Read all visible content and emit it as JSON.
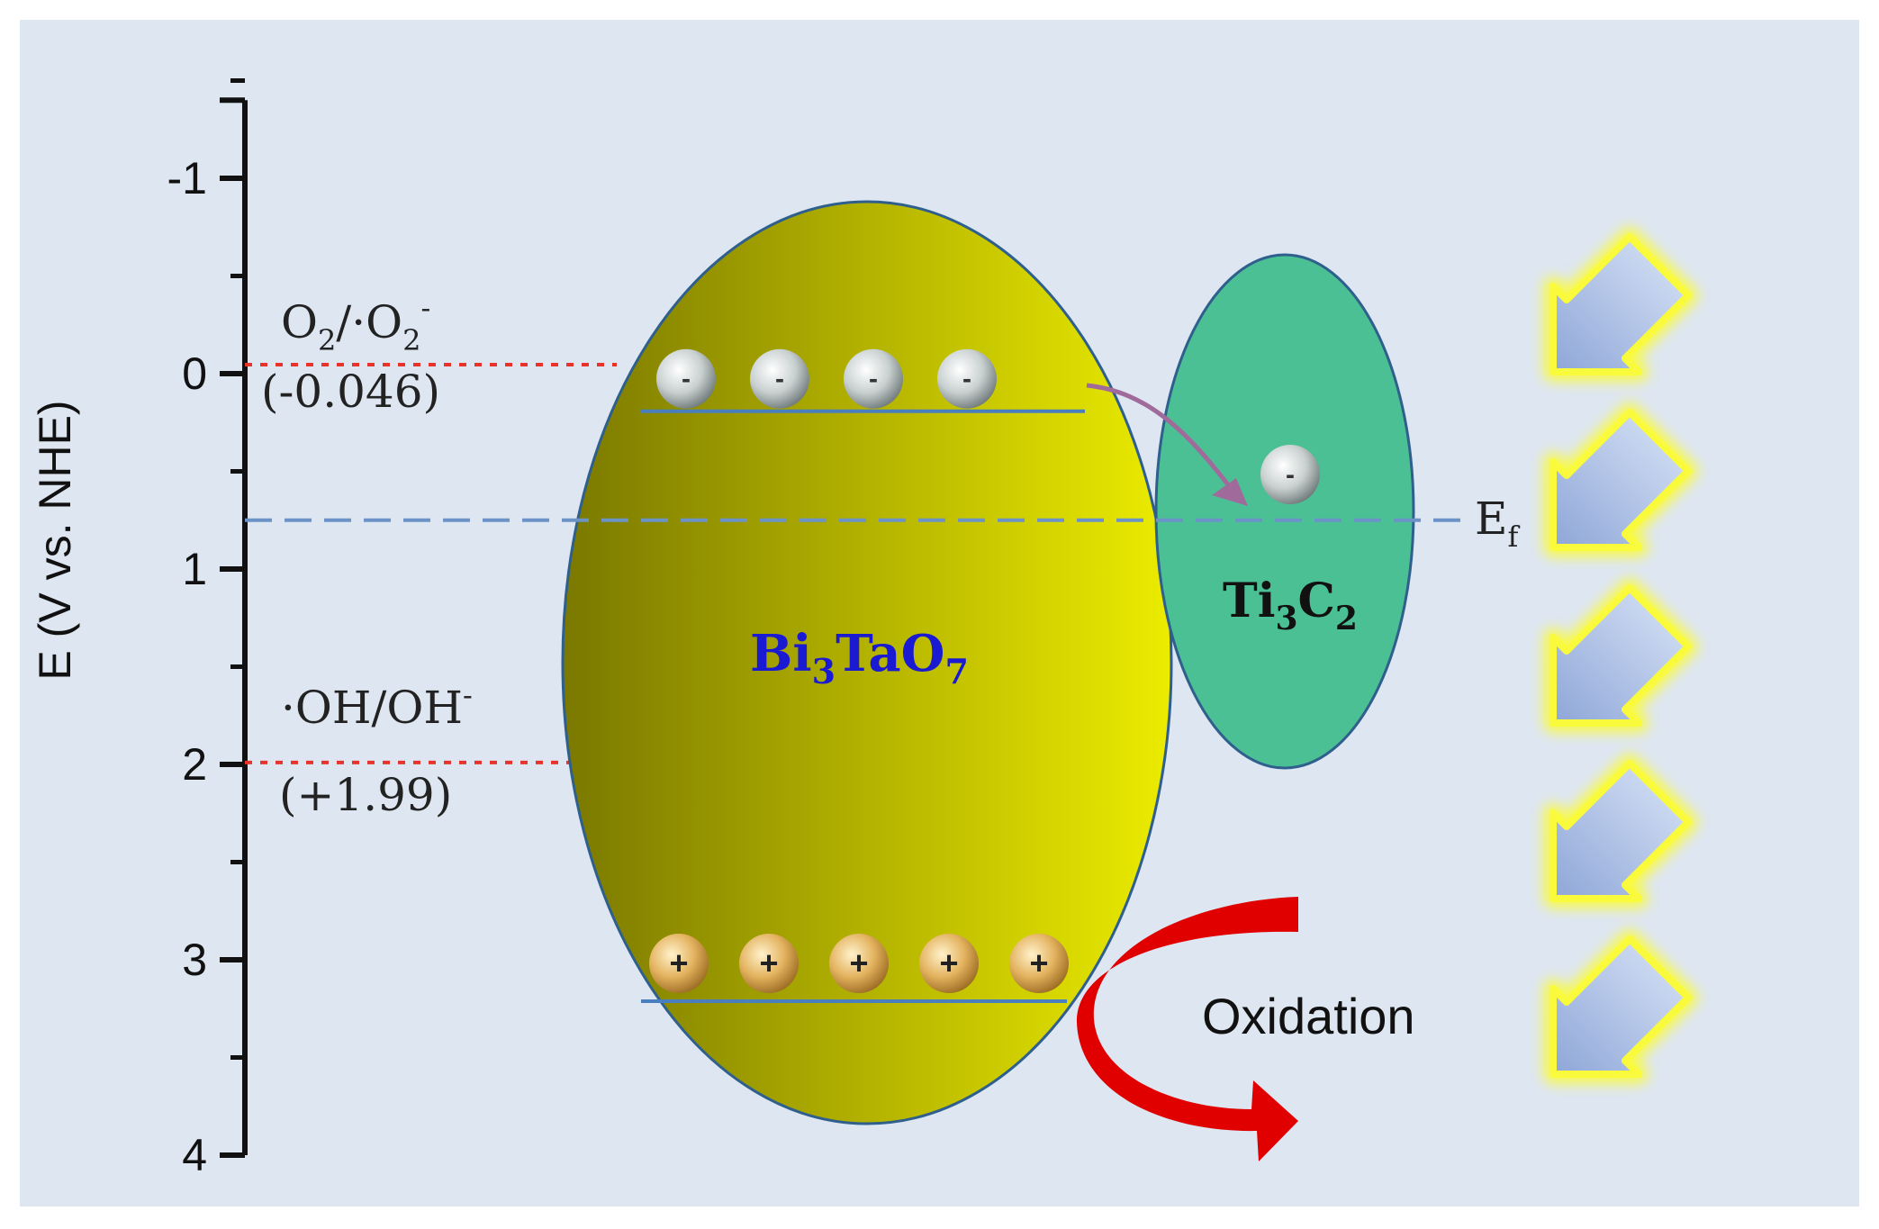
{
  "colors": {
    "background": "#dde6f1",
    "axis": "#111111",
    "redox_line": "#e8332a",
    "fermi_line": "#6b93c8",
    "bi3tao7_dark": "#7a7800",
    "bi3tao7_light": "#ecec00",
    "ti3c2_fill": "#4cc095",
    "ellipse_stroke": "#2f5f8c",
    "label_blue": "#1a1ad2",
    "electron": "#c9d0d0",
    "hole": "#e3b25e",
    "transfer_arrow": "#a06a9a",
    "oxidation_arrow": "#e00000",
    "light_arrow": "#a9bfe6",
    "light_glow": "#fafa3c"
  },
  "axis": {
    "label": "E (V vs. NHE)",
    "range": [
      -1.4,
      4.0
    ],
    "ticks": [
      "-1",
      "0",
      "1",
      "2",
      "3",
      "4"
    ],
    "tick_values": [
      -1,
      0,
      1,
      2,
      3,
      4
    ],
    "minor_tick_values": [
      -1.5,
      -0.5,
      0.5,
      1.5,
      2.5,
      3.5
    ]
  },
  "redox_levels": [
    {
      "name": "o2-superoxide",
      "potential": -0.046,
      "main": "O",
      "sub": "2",
      "mid": "/·O",
      "sub2": "2",
      "sup": "-",
      "value_label": "(-0.046)"
    },
    {
      "name": "hydroxyl",
      "potential": 1.99,
      "prefix": "·OH/OH",
      "sup": "-",
      "value_label": "(+1.99)"
    }
  ],
  "fermi_level": {
    "potential": 0.75,
    "main": "E",
    "sub": "f"
  },
  "bi3tao7": {
    "p1": "Bi",
    "s1": "3",
    "p2": "TaO",
    "s2": "7",
    "conduction_band": 0.1,
    "valence_band": 3.12,
    "electron_symbol": "-",
    "electron_count": 4,
    "hole_symbol": "+",
    "hole_count": 5
  },
  "ti3c2": {
    "p1": "Ti",
    "s1": "3",
    "p2": "C",
    "s2": "2",
    "electron_symbol": "-"
  },
  "oxidation": {
    "label": "Oxidation"
  },
  "light_arrows": {
    "count": 5
  }
}
